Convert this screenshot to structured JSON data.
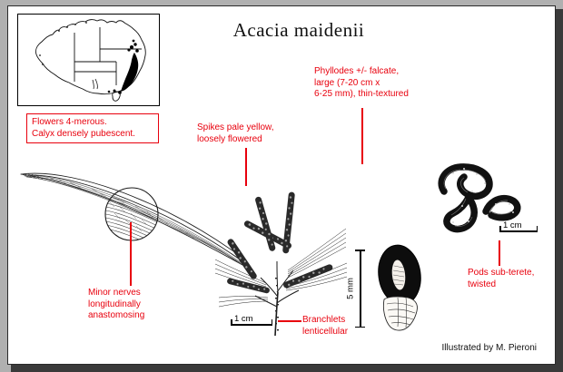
{
  "plate": {
    "title": "Acacia maidenii",
    "credit": "Illustrated by M. Pieroni"
  },
  "map": {
    "name": "australia-distribution-map",
    "region": "Australia",
    "occurrence_description": "dense black dots along the east coast of New South Wales and southern Queensland"
  },
  "callouts": [
    {
      "id": "flowers",
      "text": "Flowers 4-merous.\nCalyx densely pubescent.",
      "boxed": true,
      "color": "#e8000d"
    }
  ],
  "annotations": [
    {
      "id": "phyllodes",
      "text": "Phyllodes +/- falcate,\nlarge (7-20 cm x\n6-25 mm), thin-textured",
      "color": "#e8000d"
    },
    {
      "id": "spikes",
      "text": "Spikes pale yellow,\nloosely flowered",
      "color": "#e8000d"
    },
    {
      "id": "minor-nerves",
      "text": "Minor nerves\nlongitudinally\nanastomosing",
      "color": "#e8000d"
    },
    {
      "id": "branchlets",
      "text": "Branchlets\nlenticellular",
      "color": "#e8000d"
    },
    {
      "id": "pods",
      "text": "Pods sub-terete,\ntwisted",
      "color": "#e8000d"
    }
  ],
  "scale_bars": [
    {
      "id": "branchlet-scale",
      "label": "1 cm",
      "orientation": "horizontal"
    },
    {
      "id": "seed-scale",
      "label": "5 mm",
      "orientation": "vertical"
    },
    {
      "id": "pod-scale",
      "label": "1 cm",
      "orientation": "horizontal"
    }
  ],
  "figures": [
    {
      "id": "phyllode",
      "name": "falcate-phyllode-drawing"
    },
    {
      "id": "nerve-detail",
      "name": "nerve-detail-magnifier"
    },
    {
      "id": "branchlet",
      "name": "flowering-branchlet-drawing"
    },
    {
      "id": "seed",
      "name": "seed-with-aril-drawing"
    },
    {
      "id": "pods",
      "name": "twisted-pods-drawing"
    }
  ]
}
